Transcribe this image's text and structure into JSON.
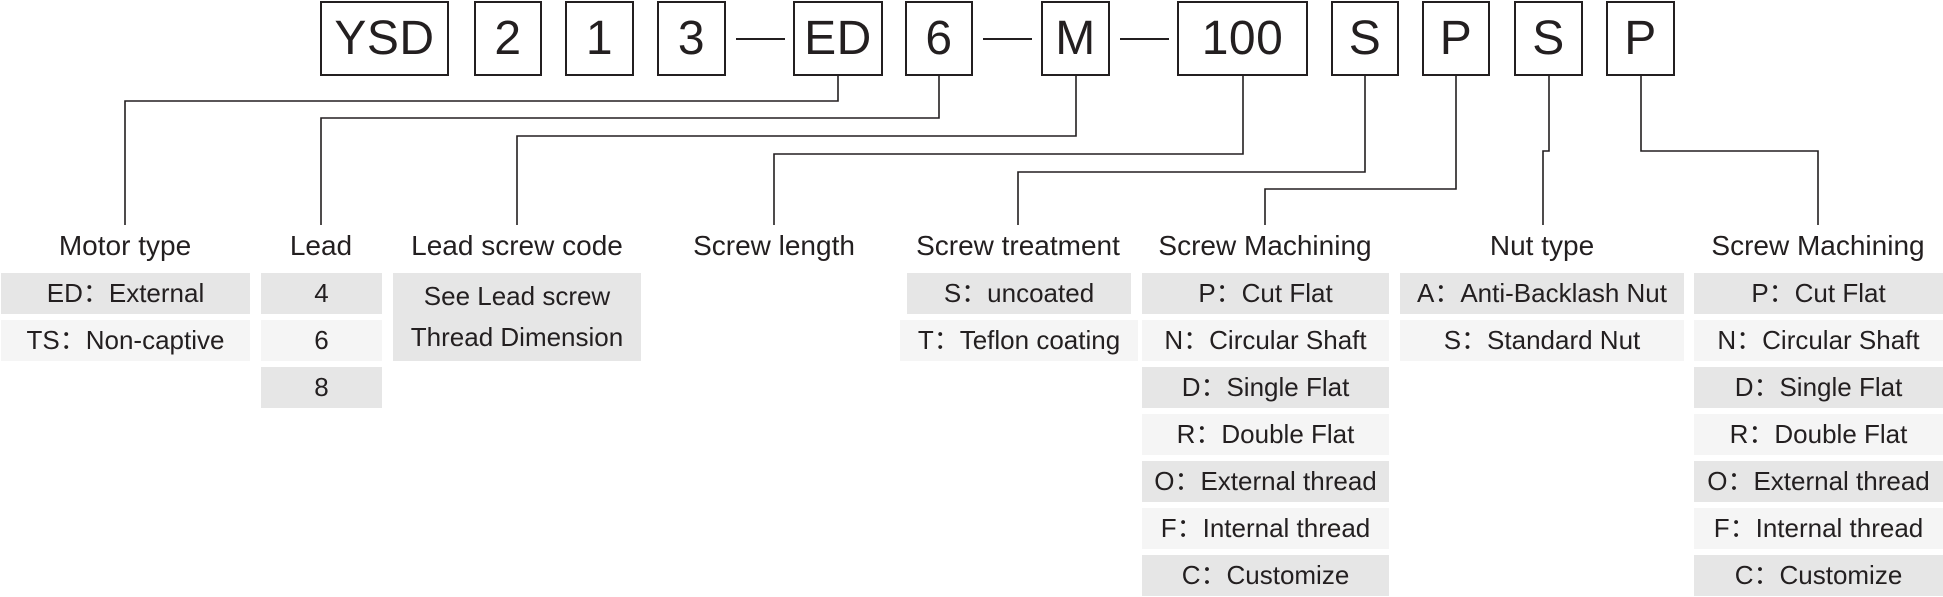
{
  "code_boxes": [
    {
      "id": "series",
      "text": "YSD"
    },
    {
      "id": "digit1",
      "text": "2"
    },
    {
      "id": "digit2",
      "text": "1"
    },
    {
      "id": "digit3",
      "text": "3"
    },
    {
      "id": "motor-type",
      "text": "ED"
    },
    {
      "id": "lead",
      "text": "6"
    },
    {
      "id": "lead-screw-code",
      "text": "M"
    },
    {
      "id": "screw-length",
      "text": "100"
    },
    {
      "id": "screw-treatment",
      "text": "S"
    },
    {
      "id": "screw-machining",
      "text": "P"
    },
    {
      "id": "nut-type",
      "text": "S"
    },
    {
      "id": "screw-machining-2",
      "text": "P"
    }
  ],
  "columns": [
    {
      "id": "motor-type",
      "header": "Motor type",
      "options": [
        "ED：External",
        "TS：Non-captive"
      ]
    },
    {
      "id": "lead",
      "header": "Lead",
      "options": [
        "4",
        "6",
        "8"
      ]
    },
    {
      "id": "lead-screw-code",
      "header": "Lead screw code",
      "options": [
        "See Lead screw",
        "Thread Dimension"
      ]
    },
    {
      "id": "screw-length",
      "header": "Screw length",
      "options": []
    },
    {
      "id": "screw-treatment",
      "header": "Screw treatment",
      "options": [
        "S：uncoated",
        "T：Teflon coating"
      ]
    },
    {
      "id": "screw-machining",
      "header": "Screw Machining",
      "options": [
        "P：Cut Flat",
        "N：Circular Shaft",
        "D：Single Flat",
        "R：Double Flat",
        "O：External thread",
        "F：Internal thread",
        "C：Customize"
      ]
    },
    {
      "id": "nut-type",
      "header": "Nut type",
      "options": [
        "A：Anti-Backlash Nut",
        "S：Standard Nut"
      ]
    },
    {
      "id": "screw-machining-2",
      "header": "Screw Machining",
      "options": [
        "P：Cut Flat",
        "N：Circular Shaft",
        "D：Single Flat",
        "R：Double Flat",
        "O：External thread",
        "F：Internal thread",
        "C：Customize"
      ]
    }
  ],
  "colors": {
    "line": "#231f20",
    "cell_dark": "#e6e6e6",
    "cell_light": "#f5f5f5"
  }
}
